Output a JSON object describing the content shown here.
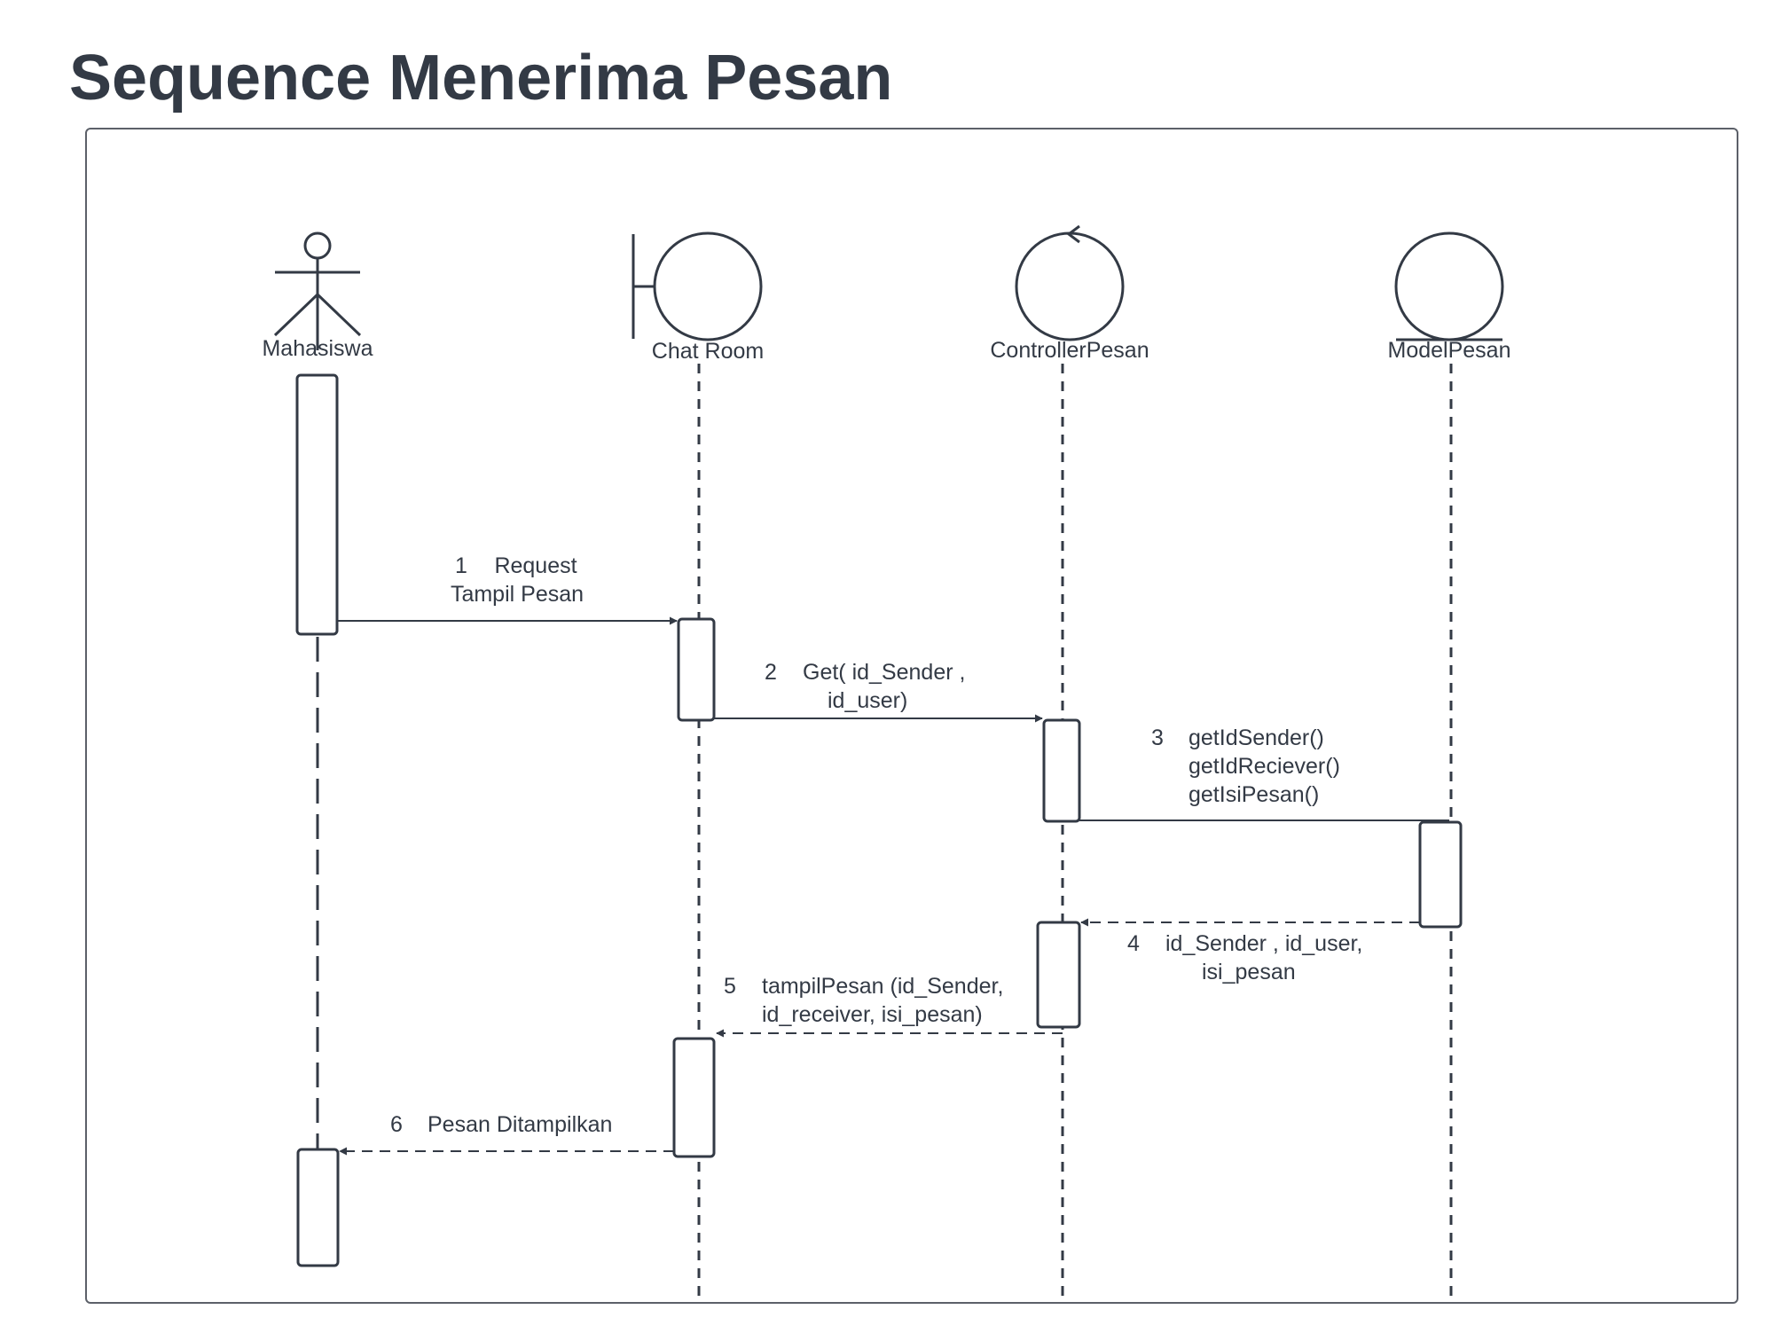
{
  "title": "Sequence Menerima Pesan",
  "colors": {
    "stroke": "#333a45",
    "frame": "#5c6069",
    "text": "#333a45",
    "background": "#ffffff"
  },
  "participants": [
    {
      "id": "actor",
      "kind": "actor",
      "icon": "stick-figure-icon",
      "label": "Mahasiswa"
    },
    {
      "id": "boundary",
      "kind": "boundary",
      "icon": "boundary-icon",
      "label": "Chat Room"
    },
    {
      "id": "control",
      "kind": "control",
      "icon": "control-icon",
      "label": "ControllerPesan"
    },
    {
      "id": "entity",
      "kind": "entity",
      "icon": "entity-icon",
      "label": "ModelPesan"
    }
  ],
  "messages": [
    {
      "number": "1",
      "lines": [
        "Request",
        "Tampil Pesan"
      ],
      "style": "solid"
    },
    {
      "number": "2",
      "lines": [
        "Get( id_Sender ,",
        "id_user)"
      ],
      "style": "solid"
    },
    {
      "number": "3",
      "lines": [
        "getIdSender()",
        "getIdReciever()",
        "getIsiPesan()"
      ],
      "style": "solid"
    },
    {
      "number": "4",
      "lines": [
        "id_Sender , id_user,",
        "isi_pesan"
      ],
      "style": "dashed"
    },
    {
      "number": "5",
      "lines": [
        "tampilPesan (id_Sender,",
        "id_receiver, isi_pesan)"
      ],
      "style": "dashed"
    },
    {
      "number": "6",
      "lines": [
        "Pesan Ditampilkan"
      ],
      "style": "dashed"
    }
  ]
}
